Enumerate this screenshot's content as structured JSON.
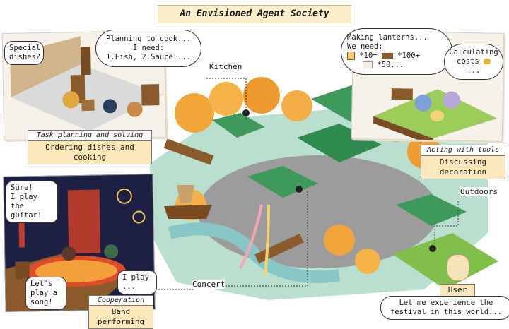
{
  "title": "An Envisioned Agent Society",
  "kitchen": {
    "bubble_left": "Special dishes?",
    "thought": [
      "Planning to cook...",
      "I need:",
      "1.Fish, 2.Sauce ..."
    ],
    "caption_italic": "Task planning and solving",
    "caption_box": [
      "Ordering dishes and",
      "cooking"
    ],
    "location_label": "Kitchen"
  },
  "lanterns": {
    "thought_title": "Making lanterns...",
    "thought_need": "We need:",
    "item1": "*10=",
    "item2": "*100+",
    "item3": "*50...",
    "calc_bubble": [
      "Calculating",
      "costs"
    ],
    "caption_italic": "Acting with tools",
    "caption_box": [
      "Discussing",
      "decoration"
    ],
    "location_label": "Outdoors"
  },
  "concert": {
    "bubble_top": [
      "Sure!",
      "I play the",
      "guitar!"
    ],
    "bubble_left": [
      "Let's",
      "play a",
      "song!"
    ],
    "bubble_right": [
      "I play",
      "..."
    ],
    "caption_italic": "Cooperation",
    "caption_box": "Band performing",
    "location_label": "Concert"
  },
  "user": {
    "label": "User",
    "bubble": [
      "Let me experience the",
      "festival in this world..."
    ]
  }
}
